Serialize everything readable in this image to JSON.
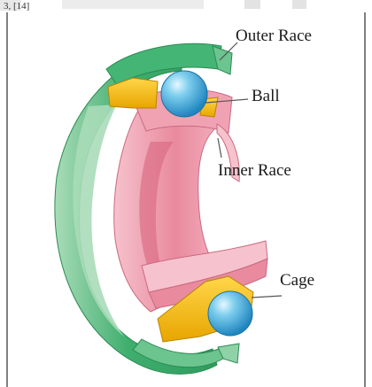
{
  "header_fragment": "3, [14]",
  "diagram": {
    "labels": {
      "outer_race": "Outer Race",
      "ball": "Ball",
      "inner_race": "Inner Race",
      "cage": "Cage"
    },
    "colors": {
      "outer_race": "#3fae6e",
      "outer_race_light": "#a9dcb8",
      "inner_race": "#e98a9e",
      "inner_race_light": "#f6c2cd",
      "ball": "#39a6dc",
      "cage": "#f2b300",
      "leader_line": "#555555",
      "frame_border": "#000000"
    }
  }
}
